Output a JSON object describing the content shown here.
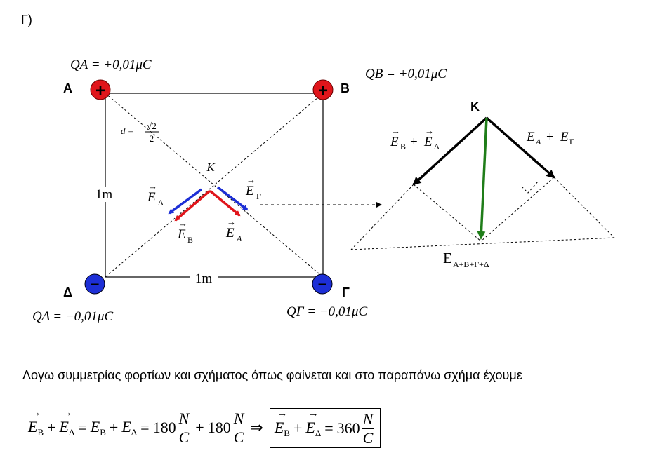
{
  "title": "Γ)",
  "charges": {
    "A": {
      "letter": "A",
      "sign": "+",
      "label": "QA = +0,01μC",
      "color": "#e0151b"
    },
    "B": {
      "letter": "B",
      "sign": "+",
      "label": "QB = +0,01μC",
      "color": "#e0151b"
    },
    "G": {
      "letter": "Γ",
      "sign": "−",
      "label": "QΓ = −0,01μC",
      "color": "#1d2fd6"
    },
    "D": {
      "letter": "Δ",
      "sign": "−",
      "label": "QΔ = −0,01μC",
      "color": "#1d2fd6"
    }
  },
  "square": {
    "side_left": "1m",
    "side_bottom": "1m",
    "diag_d": "d =",
    "diag_num": "√2",
    "diag_den": "2",
    "center": "K"
  },
  "vectors": {
    "E_D": {
      "sym": "E",
      "sub": "Δ",
      "color": "#1d2fd6"
    },
    "E_G": {
      "sym": "E",
      "sub": "Γ",
      "color": "#1d2fd6"
    },
    "E_B": {
      "sym": "E",
      "sub": "B",
      "color": "#e0151b"
    },
    "E_A": {
      "sym": "E",
      "sub": "A",
      "color": "#e0151b"
    }
  },
  "right_diagram": {
    "center": "K",
    "left_label": "E_B + E_Δ",
    "right_label": "E_A + E_Γ",
    "result_label": "E",
    "result_sub": "A+B+Γ+Δ",
    "result_color": "#1f7d19"
  },
  "caption": "Λογω συμμετρίας  φορτίων και σχήματος όπως φαίνεται και στο παραπάνω σχήμα έχουμε",
  "equation": {
    "E": "E",
    "sub_B": "B",
    "sub_D": "Δ",
    "plus": "+",
    "eq": "=",
    "v180": "180",
    "v360": "360",
    "unit_num": "N",
    "unit_den": "C",
    "implies": "⇒"
  }
}
